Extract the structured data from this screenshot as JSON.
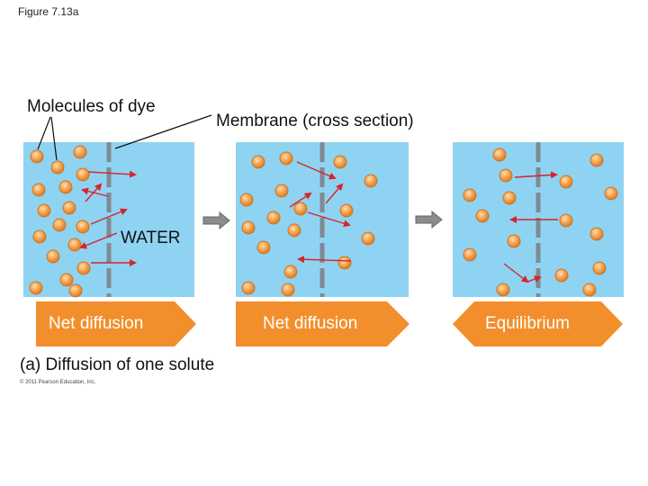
{
  "figure_label": "Figure 7.13a",
  "labels": {
    "molecules": "Molecules of dye",
    "membrane": "Membrane (cross section)",
    "water": "WATER"
  },
  "net_diffusion_1": "Net diffusion",
  "net_diffusion_2": "Net diffusion",
  "equilibrium": "Equilibrium",
  "caption": "(a) Diffusion of one solute",
  "copyright": "© 2011 Pearson Education, Inc.",
  "colors": {
    "water": "#8fd3f2",
    "membrane": "#7f8a93",
    "molecule": "#f2a04f",
    "molecule_edge": "#c9772a",
    "movement_arrow": "#d8232a",
    "step_arrow": "#8c8c8c",
    "banner": "#f28f2c",
    "caption": "#111111"
  },
  "icons": {
    "step": "gray-arrow-icon"
  }
}
